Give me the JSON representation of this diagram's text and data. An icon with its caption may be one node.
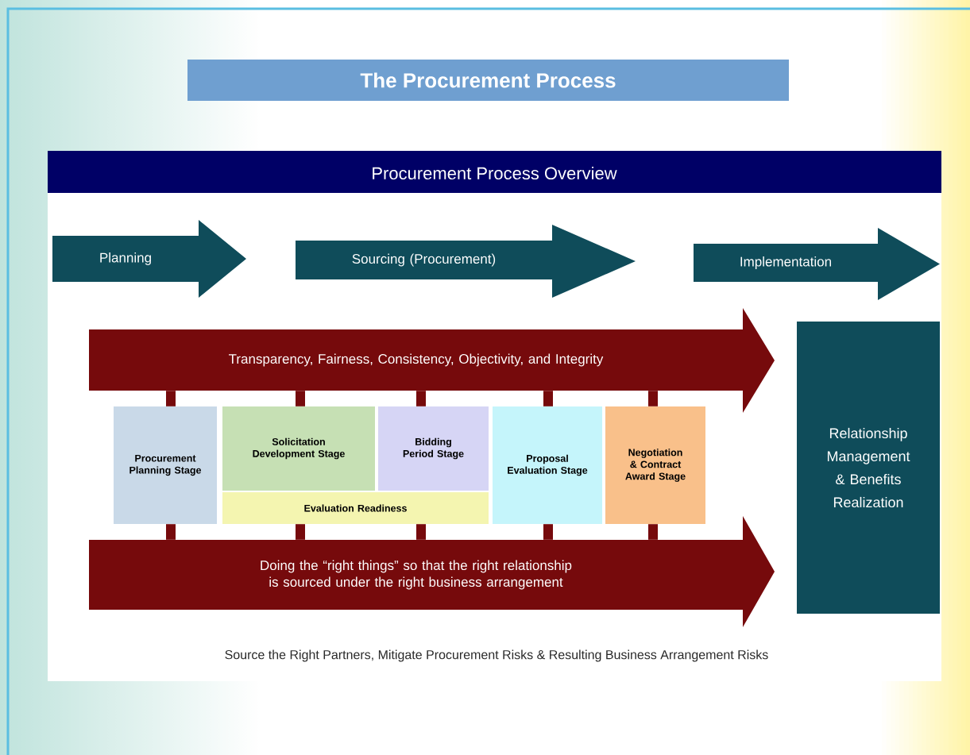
{
  "diagram": {
    "title": "The Procurement Process",
    "nodes": [
      {
        "text": [
          "Procurement Process Overview"
        ]
      },
      {
        "text": [
          "Planning"
        ],
        "in": 0
      },
      {
        "text": [
          "Sourcing (Procurement)"
        ],
        "in": 0
      },
      {
        "text": [
          "Implementation"
        ],
        "in": 0
      },
      {
        "text": [
          "Transparency, Fairness, Consistency, Objectivity, and Integrity"
        ],
        "in": 0
      },
      {
        "text": [
          "Procurement Planning Stage"
        ],
        "in": 0
      },
      {
        "text": [
          "Solicitation Development Stage"
        ],
        "in": 0
      },
      {
        "text": [
          "Bidding Period Stage"
        ],
        "in": 0
      },
      {
        "text": [
          "Evaluation Readiness"
        ],
        "in": 0
      },
      {
        "text": [
          "Proposal Evaluation Stage"
        ],
        "in": 0
      },
      {
        "text": [
          "Negotiation & Contract Award Stage"
        ],
        "in": 0
      },
      {
        "text": [
          "Doing the “right things” so that the right relationship is sourced under the right business arrangement"
        ],
        "in": 0
      },
      {
        "text": [
          "Relationship Management & Benefits Realization"
        ],
        "in": 0
      }
    ],
    "edges": [
      {
        "from": 4,
        "to": 5,
        "arrow": "none"
      },
      {
        "from": 4,
        "to": 6,
        "arrow": "none"
      },
      {
        "from": 4,
        "to": 7,
        "arrow": "none"
      },
      {
        "from": 4,
        "to": 9,
        "arrow": "none"
      },
      {
        "from": 4,
        "to": 10,
        "arrow": "none"
      },
      {
        "from": 5,
        "to": 11,
        "arrow": "none"
      },
      {
        "from": 8,
        "to": 11,
        "arrow": "none"
      },
      {
        "from": 8,
        "to": 11,
        "arrow": "none"
      },
      {
        "from": 9,
        "to": 11,
        "arrow": "none"
      },
      {
        "from": 10,
        "to": 11,
        "arrow": "none"
      }
    ],
    "labels": [
      "Source the Right Partners, Mitigate Procurement Risks & Resulting Business Arrangement Risks"
    ]
  }
}
